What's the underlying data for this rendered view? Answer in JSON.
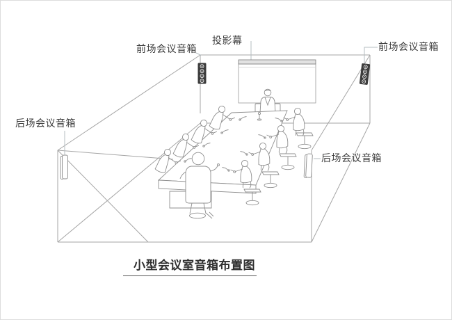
{
  "diagram": {
    "title": "小型会议室音箱布置图",
    "labels": {
      "projection_screen": "投影幕",
      "front_speaker_left": "前场会议音箱",
      "front_speaker_right": "前场会议音箱",
      "rear_speaker_left": "后场会议音箱",
      "rear_speaker_right": "后场会议音箱"
    }
  },
  "colors": {
    "background": "#ffffff",
    "room_line": "#a5a5a5",
    "figure_line": "#8f8f8f",
    "speaker_dark": "#3c3c3c",
    "screen_bar": "#e2e2e2",
    "text": "#3d3d3d",
    "leader_line": "#b5bdc1",
    "page_border": "#dcdcdc"
  }
}
